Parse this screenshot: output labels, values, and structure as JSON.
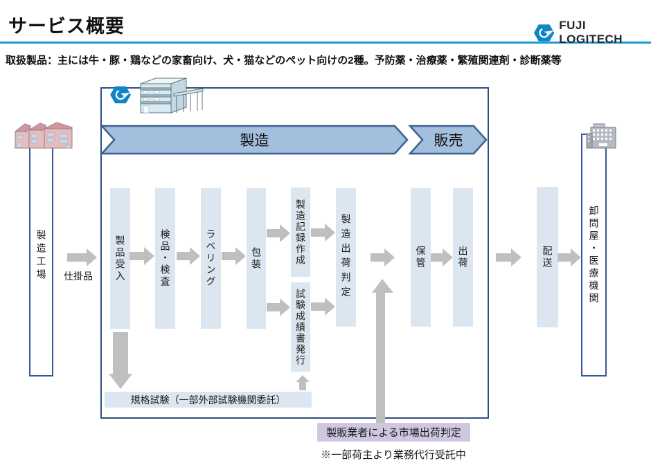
{
  "header": {
    "title": "サービス概要",
    "subtitle": "取扱製品：主には牛・豚・鶏などの家畜向け、犬・猫などのペット向けの2種。予防薬・治療薬・繁殖関連剤・診断薬等",
    "logo_text": "FUJI LOGITECH"
  },
  "diagram": {
    "factory_label": "製造工場",
    "wip_label": "仕掛品",
    "phases": [
      {
        "label": "製造"
      },
      {
        "label": "販売"
      }
    ],
    "steps": [
      "製品受入",
      "検品・検査",
      "ラベリング",
      "包装",
      "製造記録作成",
      "試験成績書発行",
      "製造出荷判定",
      "保管",
      "出荷",
      "配送"
    ],
    "spec_test_label": "規格試験（一部外部試験機関委託）",
    "destination_label": "卸問屋・医療機関",
    "market_release_label": "製販業者による市場出荷判定",
    "note": "※一部荷主より業務代行受託中",
    "icons": [
      "factory-icon",
      "warehouse-icon",
      "hospital-icon",
      "fuji-logitech-hexagon-icon"
    ]
  },
  "colors": {
    "accent_blue": "#189cd8",
    "box_border": "#2e4f80",
    "tall_box_border": "#33589b",
    "column_fill": "#dce6f1",
    "chevron_fill": "#a4bedd",
    "chevron_border": "#39618f",
    "arrow_gray": "#bfbfbf",
    "market_box_fill": "#cfc6df",
    "logo_blue": "#0e85c4"
  }
}
